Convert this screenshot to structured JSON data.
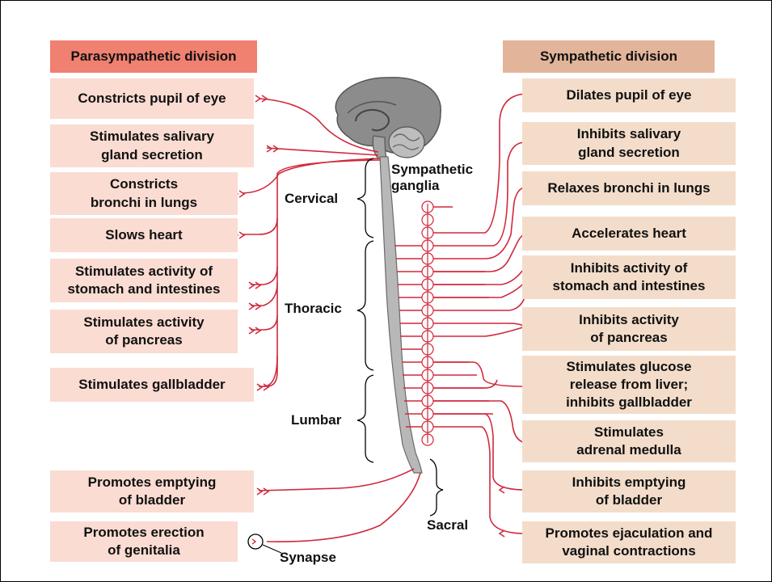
{
  "parasympathetic": {
    "title": "Parasympathetic division",
    "items": [
      "Constricts pupil of eye",
      "Stimulates salivary\ngland secretion",
      "Constricts\nbronchi in lungs",
      "Slows heart",
      "Stimulates activity of\nstomach and intestines",
      "Stimulates activity\nof pancreas",
      "Stimulates gallbladder",
      "Promotes emptying\nof bladder",
      "Promotes erection\nof genitalia"
    ]
  },
  "sympathetic": {
    "title": "Sympathetic division",
    "items": [
      "Dilates pupil of eye",
      "Inhibits salivary\ngland secretion",
      "Relaxes bronchi in lungs",
      "Accelerates heart",
      "Inhibits activity of\nstomach and intestines",
      "Inhibits activity\nof pancreas",
      "Stimulates glucose\nrelease from liver;\ninhibits gallbladder",
      "Stimulates\nadrenal medulla",
      "Inhibits emptying\nof bladder",
      "Promotes ejaculation and\nvaginal contractions"
    ]
  },
  "regions": {
    "cervical": "Cervical",
    "thoracic": "Thoracic",
    "lumbar": "Lumbar",
    "sacral": "Sacral",
    "ganglia": "Sympathetic\nganglia",
    "synapse": "Synapse"
  },
  "colors": {
    "nerve": "#d0283c",
    "brain": "#8c8c8c",
    "cord": "#b8b8b8",
    "para_box": "#fadcd2",
    "symp_box": "#f3ddca"
  }
}
